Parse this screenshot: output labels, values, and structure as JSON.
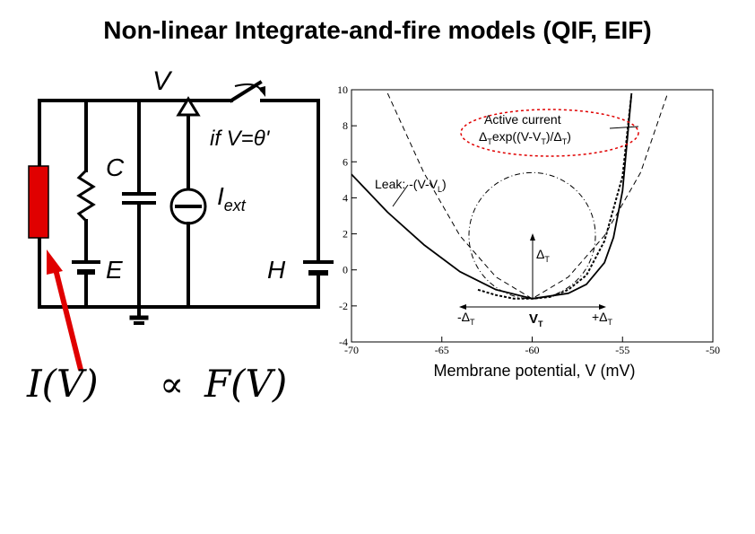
{
  "title": "Non-linear Integrate-and-fire models (QIF, EIF)",
  "circuit": {
    "v_label": "V",
    "c_label": "C",
    "e_label": "E",
    "h_label": "H",
    "iext_label": "I",
    "iext_sub": "ext",
    "switch_label": "if V=θ'",
    "formula_left": "I(V)",
    "formula_prop": "∝",
    "formula_right": "F(V)",
    "resistor_color": "#e00000",
    "arrow_color": "#e00000"
  },
  "chart_data": {
    "type": "line",
    "xlabel": "Membrane potential, V (mV)",
    "xlim": [
      -70,
      -50
    ],
    "ylim": [
      -4,
      10
    ],
    "xticks": [
      -70,
      -65,
      -60,
      -55,
      -50
    ],
    "yticks": [
      -4,
      -2,
      0,
      2,
      4,
      6,
      8,
      10
    ],
    "series": [
      {
        "style": "solid",
        "desc": "EIF: leak + active current",
        "x": [
          -70,
          -68,
          -66,
          -64,
          -62,
          -60,
          -58,
          -57,
          -56,
          -55.5,
          -55,
          -54.5
        ],
        "y": [
          5.3,
          3.2,
          1.4,
          -0.1,
          -1.1,
          -1.6,
          -1.3,
          -0.8,
          0.4,
          1.8,
          4.4,
          9.8
        ]
      },
      {
        "style": "dashed-outer",
        "desc": "quadratic",
        "x": [
          -68,
          -66,
          -64,
          -62,
          -60,
          -58,
          -56,
          -54,
          -52.5
        ],
        "y": [
          9.8,
          5.4,
          1.9,
          -0.4,
          -1.6,
          -0.4,
          1.9,
          5.4,
          9.8
        ]
      },
      {
        "style": "dashed-inner",
        "desc": "steep quadratic",
        "x": [
          -63,
          -62,
          -61,
          -60,
          -59,
          -58,
          -57,
          -56,
          -55,
          -54.5
        ],
        "y": [
          -1.1,
          -1.4,
          -1.6,
          -1.6,
          -1.5,
          -1.1,
          -0.3,
          1.6,
          5.2,
          9.8
        ]
      },
      {
        "style": "dash-dot",
        "desc": "circle",
        "x": [
          -60
        ],
        "y": [
          1.9
        ]
      }
    ],
    "annotations": {
      "active_current_1": "Active current",
      "active_current_2": "Δ",
      "active_sub_T": "T",
      "active_expr": "exp((V-V",
      "active_sub_T2": "T",
      "active_expr2": ")/Δ",
      "active_sub_T3": "T",
      "active_close": ")",
      "leak_text": "Leak: -(V-V",
      "leak_sub": "L",
      "leak_close": ")",
      "delta_up": "Δ",
      "delta_up_sub": "T",
      "minus_delta": "-Δ",
      "minus_delta_sub": "T",
      "plus_delta": "+Δ",
      "plus_delta_sub": "T",
      "vt": "V",
      "vt_sub": "T"
    }
  }
}
